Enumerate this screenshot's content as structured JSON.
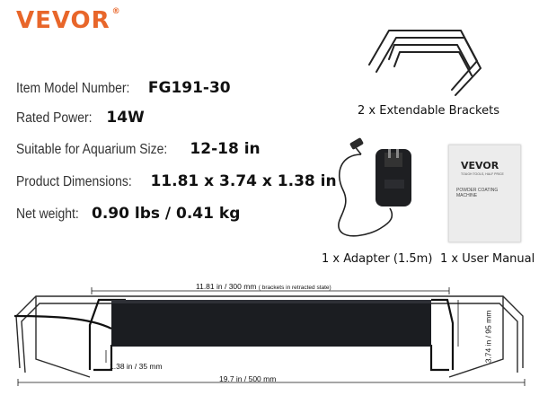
{
  "brand": {
    "logo": "VEVOR",
    "reg": "®"
  },
  "specs": [
    {
      "label": "Item Model Number:",
      "value": "FG191-30"
    },
    {
      "label": "Rated Power:",
      "value": "14W"
    },
    {
      "label": "Suitable for Aquarium Size:",
      "value": "12-18 in"
    },
    {
      "label": "Product Dimensions:",
      "value": "11.81 x 3.74 x 1.38 in"
    },
    {
      "label": "Net weight:",
      "value": "0.90 lbs / 0.41 kg"
    }
  ],
  "accessories": {
    "brackets": "2 x Extendable Brackets",
    "adapter": "1 x Adapter (1.5m)",
    "manual": "1 x User Manual",
    "manual_logo": "VEVOR",
    "manual_tagline": "TOUGH TOOLS, HALF PRICE",
    "manual_title": "POWDER COATING MACHINE"
  },
  "dimensions": {
    "top": "11.81 in / 300 mm",
    "top_note": "( brackets in retracted state)",
    "bottom": "19.7 in / 500 mm",
    "depth": "1.38 in / 35 mm",
    "height": "3.74 in / 95 mm"
  },
  "colors": {
    "brand": "#e8662a",
    "light_body": "#1a1c20",
    "wire": "#2b2b2b"
  }
}
